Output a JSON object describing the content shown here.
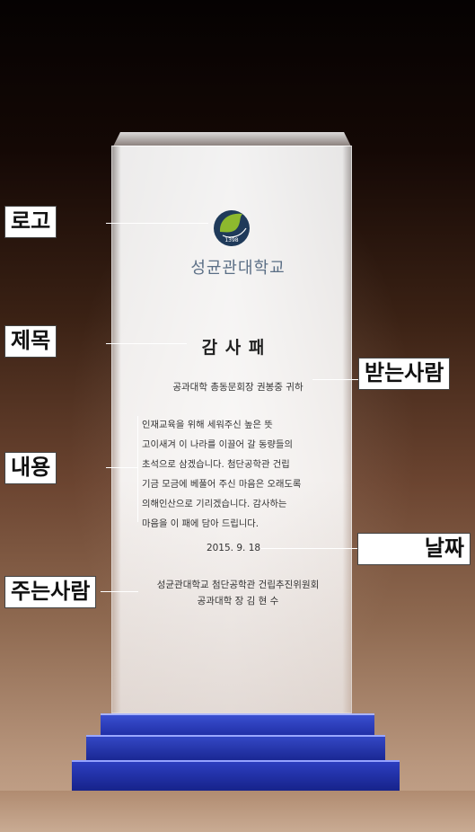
{
  "labels": {
    "logo": "로고",
    "title": "제목",
    "content": "내용",
    "giver": "주는사람",
    "recipient": "받는사람",
    "date": "날짜"
  },
  "plaque": {
    "logo_year": "1398",
    "university_name": "성균관대학교",
    "title": "감 사 패",
    "recipient": "공과대학 총동문회장 권봉중 귀하",
    "body_lines": [
      "인재교육을 위해 세워주신 높은 뜻",
      "고이새겨 이 나라를 이끌어 갈 동량들의",
      "초석으로 삼겠습니다. 첨단공학관 건립",
      "기금 모금에 베풀어 주신 마음은 오래도록",
      "의해인산으로 기리겠습니다. 감사하는",
      "마음을 이 패에 담아 드립니다."
    ],
    "date": "2015. 9. 18",
    "giver_lines": [
      "성균관대학교 첨단공학관 건립추진위원회",
      "공과대학 장 김 현 수"
    ]
  },
  "colors": {
    "base_blue": "#2a3cbf",
    "logo_green": "#8db92e",
    "logo_navy": "#1f3a5a"
  }
}
